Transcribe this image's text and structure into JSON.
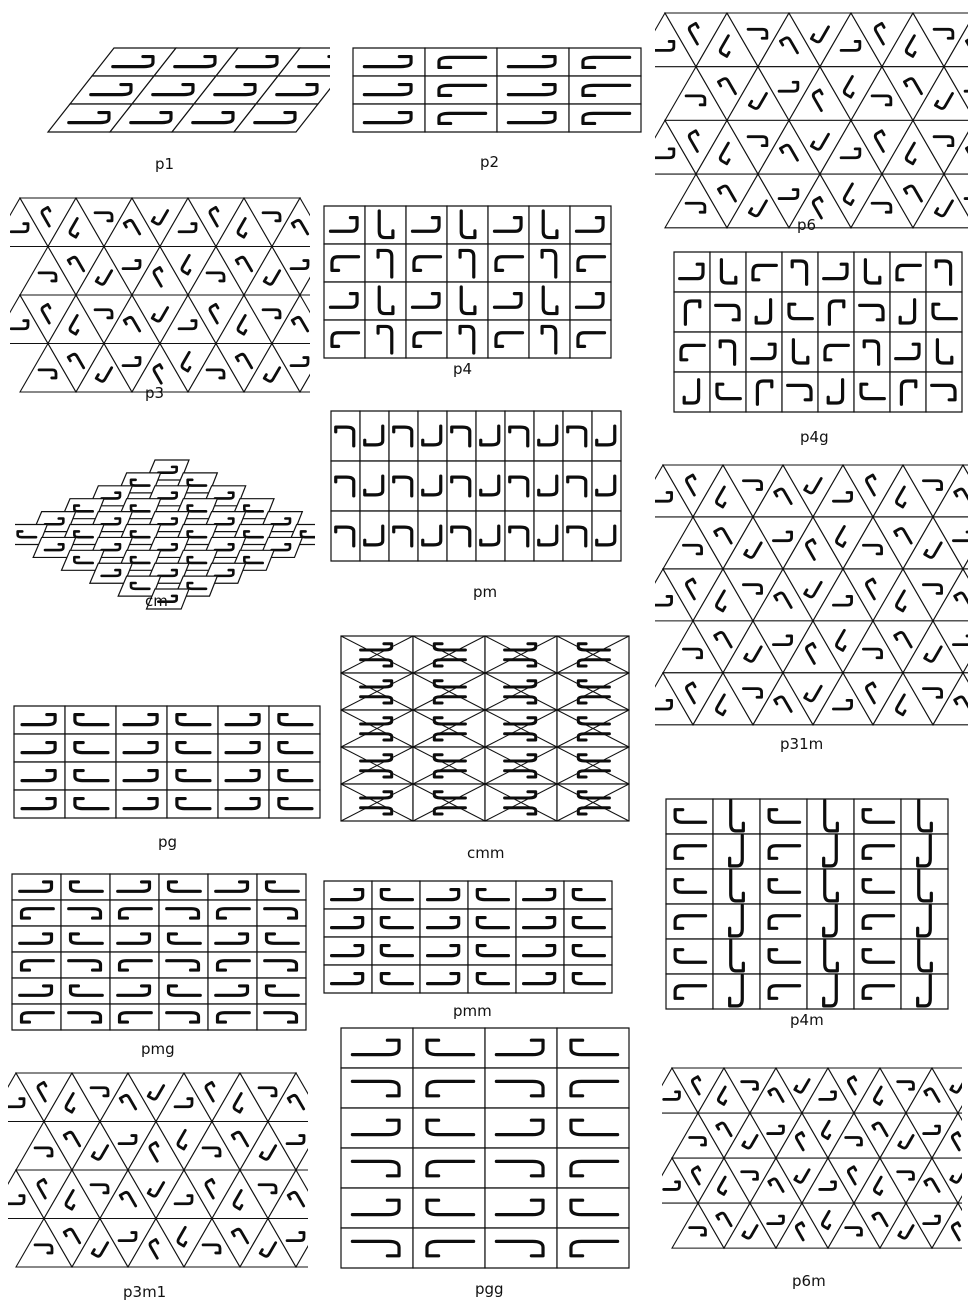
{
  "figure": {
    "title": "",
    "ink_color": "#111111",
    "background_color": "#ffffff",
    "motif": "hook-shaped fundamental motif",
    "groups": [
      {
        "id": "p1",
        "label": "p1",
        "lattice": "oblique",
        "motif_orientations": [
          "hook-right"
        ]
      },
      {
        "id": "p2",
        "label": "p2",
        "lattice": "rectangular",
        "motif_orientations": [
          "hook-right",
          "hook-right-rot180"
        ]
      },
      {
        "id": "p6",
        "label": "p6",
        "lattice": "hexagonal",
        "motif_orientations": [
          "rot6"
        ]
      },
      {
        "id": "p3",
        "label": "p3",
        "lattice": "hexagonal",
        "motif_orientations": [
          "rot3"
        ]
      },
      {
        "id": "p4",
        "label": "p4",
        "lattice": "square",
        "motif_orientations": [
          "rot4"
        ]
      },
      {
        "id": "p4g",
        "label": "p4g",
        "lattice": "square",
        "motif_orientations": [
          "rot4",
          "glide"
        ]
      },
      {
        "id": "cm",
        "label": "cm",
        "lattice": "rhombic",
        "motif_orientations": [
          "mirror"
        ]
      },
      {
        "id": "pm",
        "label": "pm",
        "lattice": "rectangular",
        "motif_orientations": [
          "mirror"
        ]
      },
      {
        "id": "p31m",
        "label": "p31m",
        "lattice": "hexagonal",
        "motif_orientations": [
          "rot3",
          "mirror"
        ]
      },
      {
        "id": "pg",
        "label": "pg",
        "lattice": "rectangular",
        "motif_orientations": [
          "glide"
        ]
      },
      {
        "id": "cmm",
        "label": "cmm",
        "lattice": "rhombic",
        "motif_orientations": [
          "mirror",
          "rot2"
        ]
      },
      {
        "id": "p4m",
        "label": "p4m",
        "lattice": "square",
        "motif_orientations": [
          "rot4",
          "mirror"
        ]
      },
      {
        "id": "pmg",
        "label": "pmg",
        "lattice": "rectangular",
        "motif_orientations": [
          "mirror",
          "glide"
        ]
      },
      {
        "id": "pmm",
        "label": "pmm",
        "lattice": "rectangular",
        "motif_orientations": [
          "mirror",
          "mirror"
        ]
      },
      {
        "id": "p3m1",
        "label": "p3m1",
        "lattice": "hexagonal",
        "motif_orientations": [
          "rot3",
          "mirror"
        ]
      },
      {
        "id": "pgg",
        "label": "pgg",
        "lattice": "rectangular",
        "motif_orientations": [
          "glide",
          "glide"
        ]
      },
      {
        "id": "p6m",
        "label": "p6m",
        "lattice": "hexagonal",
        "motif_orientations": [
          "rot6",
          "mirror"
        ]
      }
    ]
  }
}
